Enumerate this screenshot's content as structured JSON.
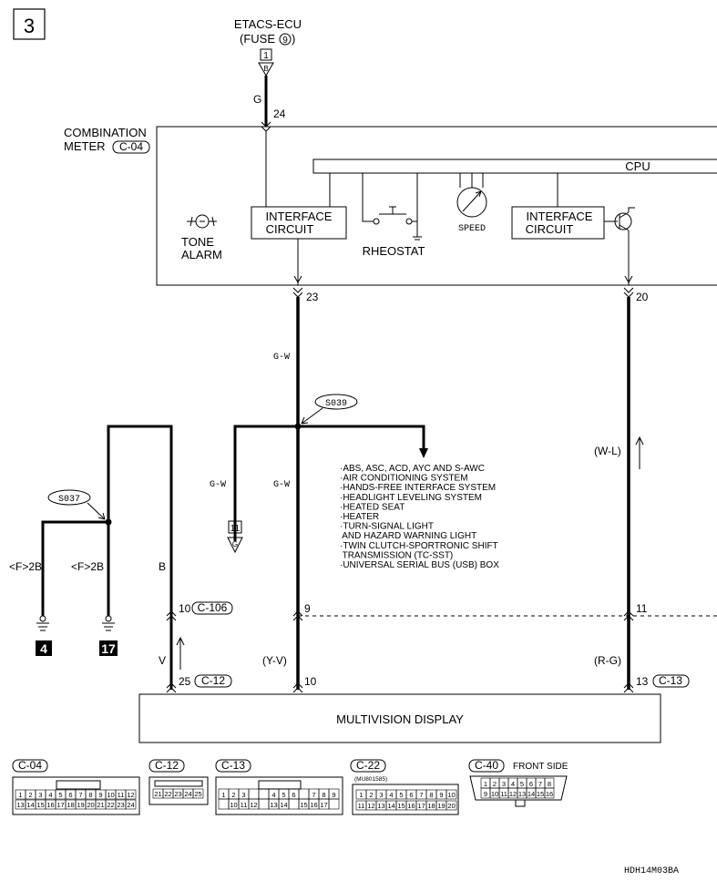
{
  "page_number": "3",
  "source": {
    "line1": "ETACS-ECU",
    "line2_prefix": "(FUSE",
    "fuse_no": "9",
    "line2_suffix": ")",
    "connector_pin": "1",
    "connector_letter": "B",
    "wire_color": "G",
    "pin": "24"
  },
  "meter": {
    "label_line1": "COMBINATION",
    "label_line2": "METER",
    "connector": "C-04",
    "cpu_label": "CPU",
    "tone_alarm_line1": "TONE",
    "tone_alarm_line2": "ALARM",
    "interface1_line1": "INTERFACE",
    "interface1_line2": "CIRCUIT",
    "rheostat": "RHEOSTAT",
    "speed": "SPEED",
    "interface2_line1": "INTERFACE",
    "interface2_line2": "CIRCUIT",
    "pin_left": "23",
    "pin_right": "20"
  },
  "wires": {
    "gw_main": "G-W",
    "splice_s039": "S039",
    "gw_branch": "G-W",
    "gw_lower": "G-W",
    "connector_11": "11",
    "connector_11_letter": "G",
    "wl": "(W-L)",
    "splice_s037": "S037",
    "f2b_left": "<F>2B",
    "f2b_right": "<F>2B",
    "b_wire": "B",
    "ground_4": "4",
    "ground_17": "17",
    "pin10": "10",
    "conn_c106": "C-106",
    "pin9": "9",
    "pin11": "11",
    "v_wire": "V",
    "yv_wire": "(Y-V)",
    "rg_wire": "(R-G)",
    "pin25": "25",
    "conn_c12": "C-12",
    "pin10b": "10",
    "pin13": "13",
    "conn_c13": "C-13"
  },
  "systems_list": [
    "·ABS, ASC, ACD, AYC AND S-AWC",
    "·AIR CONDITIONING SYSTEM",
    "·HANDS-FREE INTERFACE SYSTEM",
    "·HEADLIGHT LEVELING SYSTEM",
    "·HEATED SEAT",
    "·HEATER",
    "·TURN-SIGNAL LIGHT",
    " AND HAZARD WARNING LIGHT",
    "·TWIN CLUTCH-SPORTRONIC SHIFT",
    " TRANSMISSION (TC-SST)",
    "·UNIVERSAL SERIAL BUS (USB) BOX"
  ],
  "display_label": "MULTIVISION DISPLAY",
  "connector_views": {
    "c04": "C-04",
    "c12": "C-12",
    "c13": "C-13",
    "c22": "C-22",
    "c22_part": "(MU801585)",
    "c40": "C-40",
    "c40_note": "FRONT SIDE",
    "c04_top": [
      "1",
      "2",
      "3",
      "4",
      "5",
      "6",
      "7",
      "8",
      "9",
      "10",
      "11",
      "12"
    ],
    "c04_bot": [
      "13",
      "14",
      "15",
      "16",
      "17",
      "18",
      "19",
      "20",
      "21",
      "22",
      "23",
      "24"
    ],
    "c12_cells": [
      "21",
      "22",
      "23",
      "24",
      "25"
    ],
    "c13_top": [
      "1",
      "2",
      "3",
      "",
      "",
      "4",
      "5",
      "6",
      "",
      "7",
      "8",
      "9"
    ],
    "c13_bot": [
      "",
      "10",
      "11",
      "12",
      "",
      "13",
      "14",
      "",
      "15",
      "16",
      "17",
      ""
    ],
    "c22_top": [
      "1",
      "2",
      "3",
      "4",
      "5",
      "6",
      "7",
      "8",
      "9",
      "10"
    ],
    "c22_bot": [
      "11",
      "12",
      "13",
      "14",
      "15",
      "16",
      "17",
      "18",
      "19",
      "20"
    ],
    "c40_top": [
      "1",
      "2",
      "3",
      "4",
      "5",
      "6",
      "7",
      "8"
    ],
    "c40_bot": [
      "9",
      "10",
      "11",
      "12",
      "13",
      "14",
      "15",
      "16"
    ]
  },
  "figure_code": "HDH14M03BA"
}
